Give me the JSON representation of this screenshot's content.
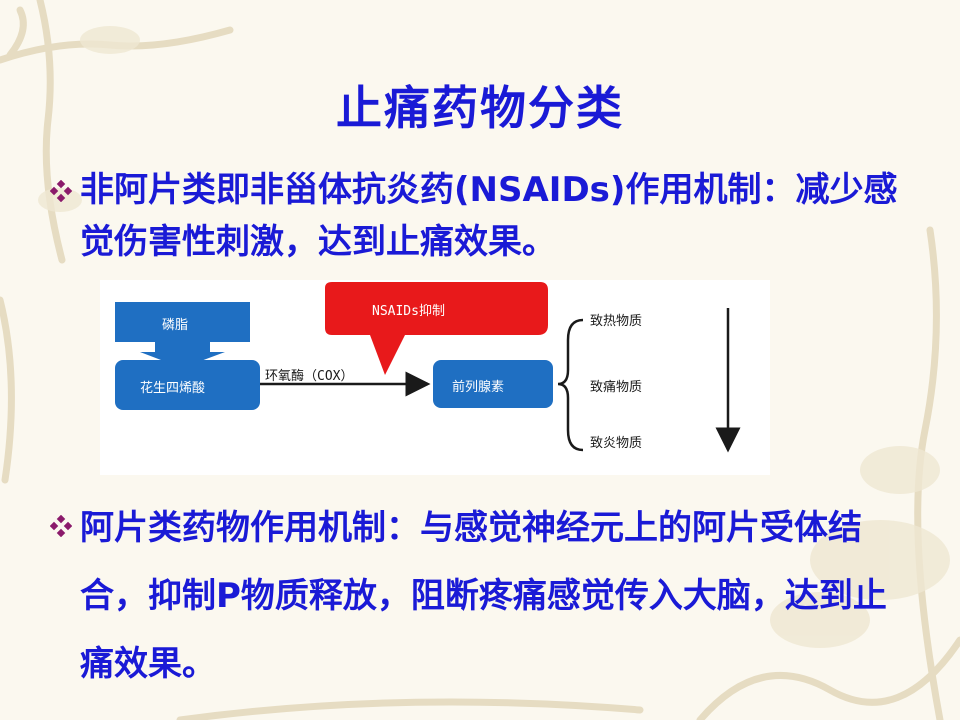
{
  "slide": {
    "title": "止痛药物分类",
    "bullets": [
      {
        "text": "非阿片类即非甾体抗炎药(NSAIDs)作用机制：减少感觉伤害性刺激，达到止痛效果。"
      },
      {
        "text": "阿片类药物作用机制：与感觉神经元上的阿片受体结合，抑制P物质释放，阻断疼痛感觉传入大脑，达到止痛效果。"
      }
    ]
  },
  "diagram": {
    "box_phospholipid": "磷脂",
    "box_arachidonic": "花生四烯酸",
    "enzyme_label": "环氧酶（COX）",
    "callout": "NSAIDs抑制",
    "box_prostaglandin": "前列腺素",
    "outputs": [
      "致热物质",
      "致痛物质",
      "致炎物质"
    ]
  },
  "colors": {
    "title": "#1a1ad6",
    "box_blue": "#1f6fc2",
    "callout_red": "#e8191b",
    "background": "#fbf8ef"
  }
}
